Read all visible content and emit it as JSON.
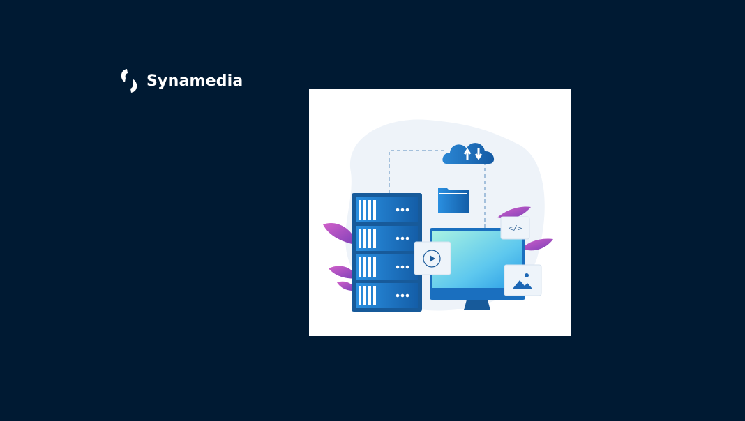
{
  "brand": {
    "name": "Synamedia",
    "logo_icon": "synamedia-logo-mark"
  },
  "colors": {
    "background": "#001a33",
    "logo_text": "#ffffff",
    "server_blue": "#1a73c2",
    "monitor_gradient_start": "#9ef0e0",
    "monitor_gradient_end": "#2aa0e8",
    "leaf_purple": "#b04fc8"
  },
  "illustration": {
    "description": "Cloud storage and server illustration",
    "elements": [
      "cloud-sync-icon",
      "folder-icon",
      "server-rack",
      "monitor",
      "video-play-card",
      "code-card",
      "image-card",
      "leaves"
    ],
    "code_card_text": "</>"
  }
}
